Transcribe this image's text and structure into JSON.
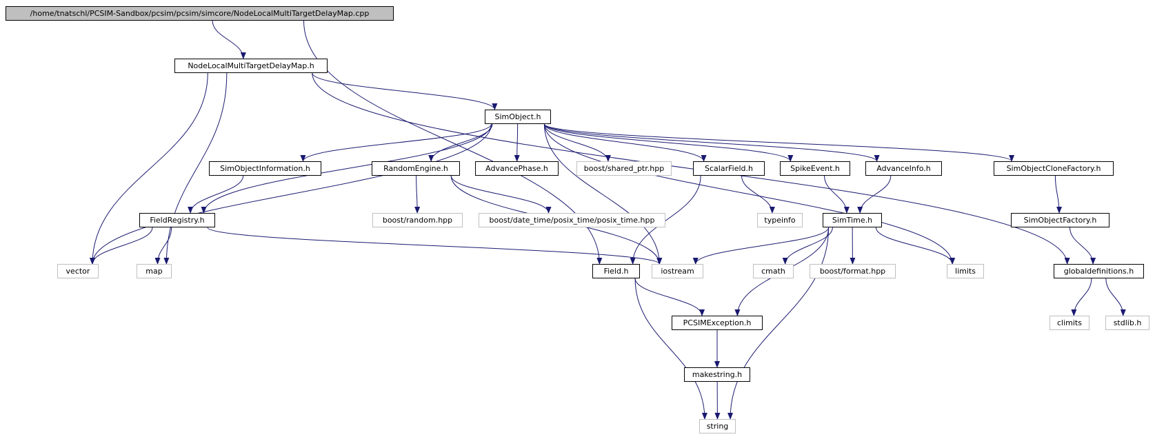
{
  "colors": {
    "edge": "#191970",
    "node_border": "#000000",
    "external_border": "#bfbfbf",
    "root_fill": "#bfbfbf"
  },
  "nodes": {
    "root": {
      "label": "/home/tnatschl/PCSIM-Sandbox/pcsim/pcsim/simcore/NodeLocalMultiTargetDelayMap.cpp",
      "kind": "root"
    },
    "nltdm": {
      "label": "NodeLocalMultiTargetDelayMap.h",
      "kind": "local"
    },
    "simobject": {
      "label": "SimObject.h",
      "kind": "local"
    },
    "simobjinfo": {
      "label": "SimObjectInformation.h",
      "kind": "local"
    },
    "randomengine": {
      "label": "RandomEngine.h",
      "kind": "local"
    },
    "advancephase": {
      "label": "AdvancePhase.h",
      "kind": "local"
    },
    "sharedptr": {
      "label": "boost/shared_ptr.hpp",
      "kind": "external"
    },
    "scalarfield": {
      "label": "ScalarField.h",
      "kind": "local"
    },
    "spikeevent": {
      "label": "SpikeEvent.h",
      "kind": "local"
    },
    "advanceinfo": {
      "label": "AdvanceInfo.h",
      "kind": "local"
    },
    "clonefactory": {
      "label": "SimObjectCloneFactory.h",
      "kind": "local"
    },
    "fieldregistry": {
      "label": "FieldRegistry.h",
      "kind": "local"
    },
    "boostrandom": {
      "label": "boost/random.hpp",
      "kind": "external"
    },
    "posixtime": {
      "label": "boost/date_time/posix_time/posix_time.hpp",
      "kind": "external"
    },
    "typeinfo": {
      "label": "typeinfo",
      "kind": "external"
    },
    "simtime": {
      "label": "SimTime.h",
      "kind": "local"
    },
    "objfactory": {
      "label": "SimObjectFactory.h",
      "kind": "local"
    },
    "vector": {
      "label": "vector",
      "kind": "external"
    },
    "map": {
      "label": "map",
      "kind": "external"
    },
    "field": {
      "label": "Field.h",
      "kind": "local"
    },
    "iostream": {
      "label": "iostream",
      "kind": "external"
    },
    "cmath": {
      "label": "cmath",
      "kind": "external"
    },
    "format": {
      "label": "boost/format.hpp",
      "kind": "external"
    },
    "limits": {
      "label": "limits",
      "kind": "external"
    },
    "globaldefs": {
      "label": "globaldefinitions.h",
      "kind": "local"
    },
    "pcsimexc": {
      "label": "PCSIMException.h",
      "kind": "local"
    },
    "climits": {
      "label": "climits",
      "kind": "external"
    },
    "stdlib": {
      "label": "stdlib.h",
      "kind": "external"
    },
    "makestring": {
      "label": "makestring.h",
      "kind": "local"
    },
    "string": {
      "label": "string",
      "kind": "external"
    }
  },
  "edges": [
    [
      "root",
      "nltdm"
    ],
    [
      "root",
      "field"
    ],
    [
      "nltdm",
      "simobject"
    ],
    [
      "nltdm",
      "vector"
    ],
    [
      "nltdm",
      "map"
    ],
    [
      "nltdm",
      "globaldefs"
    ],
    [
      "simobject",
      "simobjinfo"
    ],
    [
      "simobject",
      "randomengine"
    ],
    [
      "simobject",
      "advancephase"
    ],
    [
      "simobject",
      "sharedptr"
    ],
    [
      "simobject",
      "scalarfield"
    ],
    [
      "simobject",
      "spikeevent"
    ],
    [
      "simobject",
      "advanceinfo"
    ],
    [
      "simobject",
      "clonefactory"
    ],
    [
      "simobject",
      "fieldregistry"
    ],
    [
      "simobject",
      "vector"
    ],
    [
      "simobject",
      "iostream"
    ],
    [
      "simobject",
      "limits"
    ],
    [
      "simobjinfo",
      "fieldregistry"
    ],
    [
      "randomengine",
      "boostrandom"
    ],
    [
      "randomengine",
      "posixtime"
    ],
    [
      "randomengine",
      "iostream"
    ],
    [
      "scalarfield",
      "typeinfo"
    ],
    [
      "scalarfield",
      "field"
    ],
    [
      "spikeevent",
      "simtime"
    ],
    [
      "advanceinfo",
      "simtime"
    ],
    [
      "clonefactory",
      "objfactory"
    ],
    [
      "objfactory",
      "globaldefs"
    ],
    [
      "fieldregistry",
      "vector"
    ],
    [
      "fieldregistry",
      "map"
    ],
    [
      "fieldregistry",
      "iostream"
    ],
    [
      "simtime",
      "iostream"
    ],
    [
      "simtime",
      "cmath"
    ],
    [
      "simtime",
      "format"
    ],
    [
      "simtime",
      "limits"
    ],
    [
      "simtime",
      "pcsimexc"
    ],
    [
      "simtime",
      "string"
    ],
    [
      "field",
      "pcsimexc"
    ],
    [
      "field",
      "string"
    ],
    [
      "globaldefs",
      "climits"
    ],
    [
      "globaldefs",
      "stdlib"
    ],
    [
      "pcsimexc",
      "makestring"
    ],
    [
      "makestring",
      "string"
    ]
  ]
}
